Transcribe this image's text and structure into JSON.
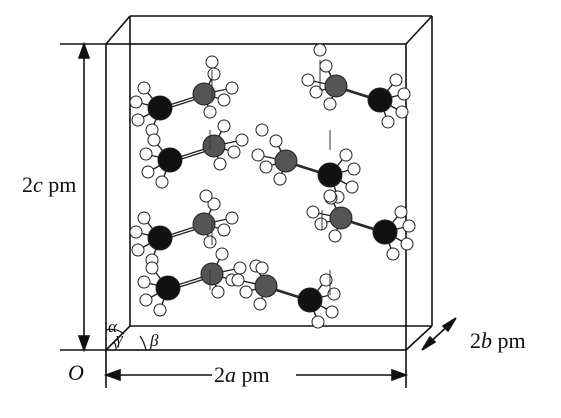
{
  "labels": {
    "height_coef": "2",
    "height_var": "c",
    "height_unit": "pm",
    "width_coef": "2",
    "width_var": "a",
    "width_unit": "pm",
    "depth_coef": "2",
    "depth_var": "b",
    "depth_unit": "pm",
    "origin": "O",
    "angle_alpha": "α",
    "angle_gamma": "γ",
    "angle_beta": "β"
  }
}
